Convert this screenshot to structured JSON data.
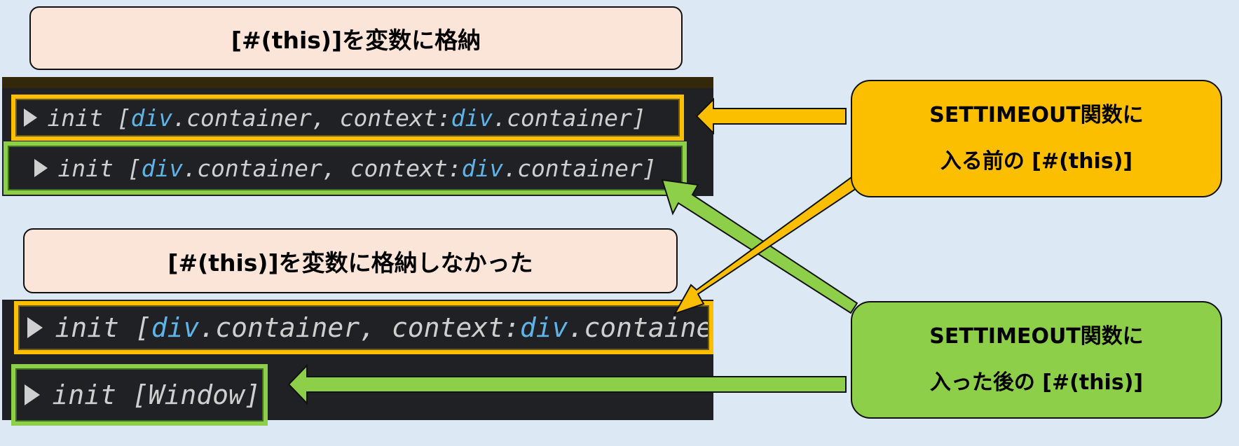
{
  "labels": {
    "stored": "[#(this)]を変数に格納",
    "not_stored": "[#(this)]を変数に格納しなかった"
  },
  "console": {
    "prefix": "init",
    "open": "[",
    "class1": "div",
    "prop1": ".container, context: ",
    "class2": "div",
    "prop2": ".container",
    "close": "]",
    "window_line": "init [Window]"
  },
  "callouts": {
    "before": {
      "line1": "SETTIMEOUT関数に",
      "line2": "入る前の [#(this)]"
    },
    "after": {
      "line1": "SETTIMEOUT関数に",
      "line2": "入った後の [#(this)]"
    }
  },
  "colors": {
    "orange": "#fbbf00",
    "green": "#8ecf4a",
    "console_bg": "#1f2125",
    "label_bg": "#fbe5d9",
    "page_bg": "#dce9f5"
  }
}
